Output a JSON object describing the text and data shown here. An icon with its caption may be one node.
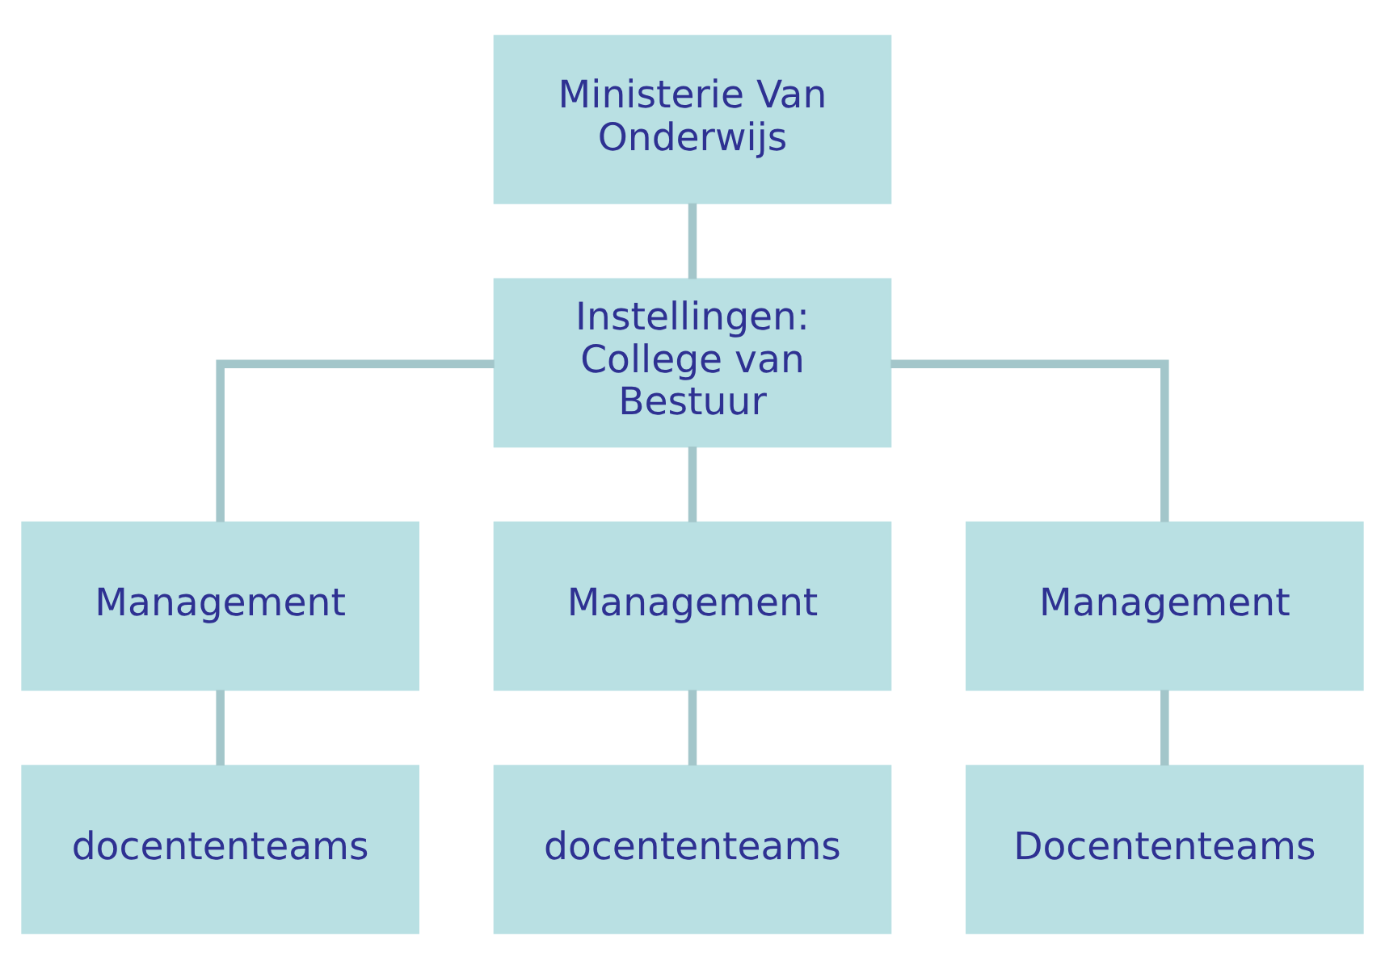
{
  "diagram": {
    "nodes": [
      {
        "text": [
          "Ministerie Van Onderwijs"
        ]
      },
      {
        "text": [
          "Instellingen: College van Bestuur"
        ]
      },
      {
        "text": [
          "Management"
        ]
      },
      {
        "text": [
          "Management"
        ]
      },
      {
        "text": [
          "Management"
        ]
      },
      {
        "text": [
          "docententeams"
        ]
      },
      {
        "text": [
          "docententeams"
        ]
      },
      {
        "text": [
          "Docententeams"
        ]
      }
    ],
    "edges": [
      {
        "from": 0,
        "to": 1,
        "arrow": "none"
      },
      {
        "from": 1,
        "to": 2,
        "arrow": "none"
      },
      {
        "from": 1,
        "to": 3,
        "arrow": "none"
      },
      {
        "from": 1,
        "to": 4,
        "arrow": "none"
      },
      {
        "from": 2,
        "to": 5,
        "arrow": "none"
      },
      {
        "from": 3,
        "to": 6,
        "arrow": "none"
      },
      {
        "from": 4,
        "to": 7,
        "arrow": "none"
      }
    ]
  }
}
